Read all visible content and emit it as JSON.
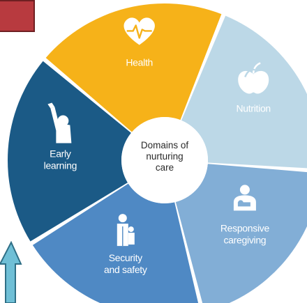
{
  "diagram": {
    "center_lines": [
      "Domains of",
      "nurturing",
      "care"
    ],
    "segments": [
      {
        "id": "health",
        "lines": [
          "Health"
        ],
        "color": "#f6b219",
        "icon": "heart-pulse-icon"
      },
      {
        "id": "nutrition",
        "lines": [
          "Nutrition"
        ],
        "color": "#bcd8e7",
        "icon": "apple-icon"
      },
      {
        "id": "responsive",
        "lines": [
          "Responsive",
          "caregiving"
        ],
        "color": "#82aed6",
        "icon": "caregiver-child-icon"
      },
      {
        "id": "security",
        "lines": [
          "Security",
          "and safety"
        ],
        "color": "#4f89c4",
        "icon": "parent-child-icon"
      },
      {
        "id": "learning",
        "lines": [
          "Early",
          "learning"
        ],
        "color": "#1b5a86",
        "icon": "raised-hand-child-icon"
      }
    ]
  },
  "colors": {
    "center_disc": "#ffffff",
    "red_block": "#b83a3f",
    "arrow": "#6fbfd6"
  }
}
